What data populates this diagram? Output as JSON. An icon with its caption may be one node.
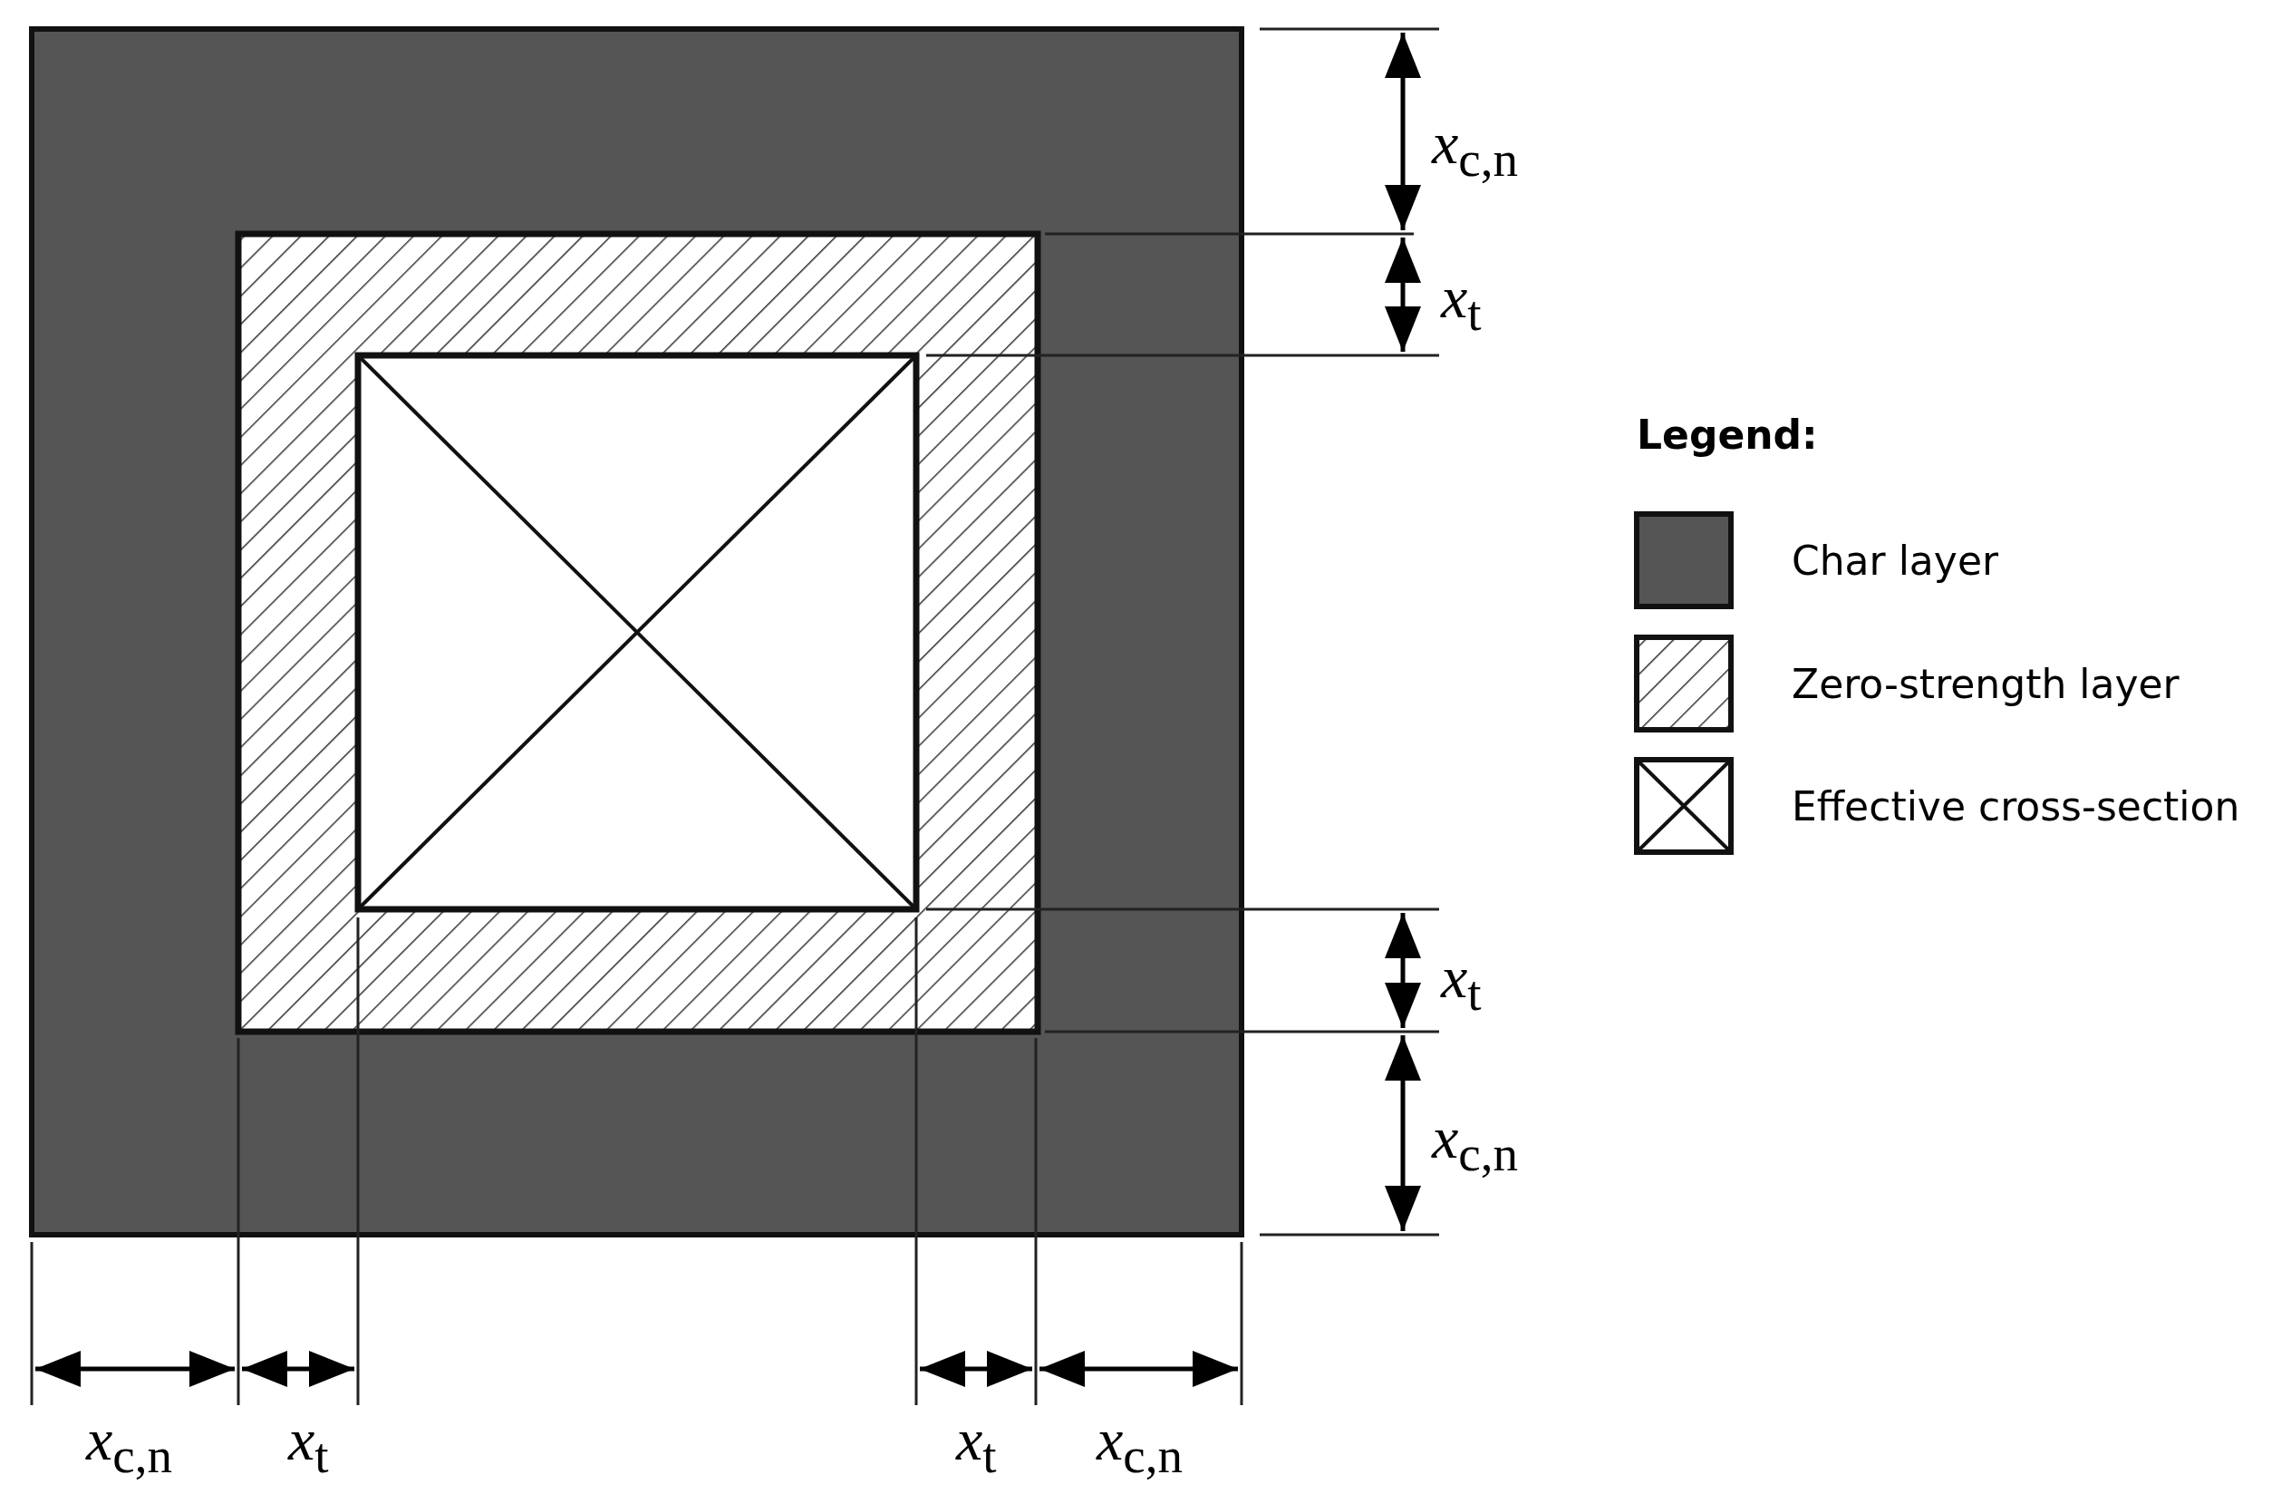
{
  "diagram": {
    "labels": [
      "*x*$_{c,n}$",
      "*x*$_{t}$",
      "Legend:",
      "*x*$_{t}$",
      "*x*$_{c,n}$",
      "*x*$_{c,n}$",
      "*x*$_{t}$",
      "*x*$_{t}$",
      "*x*$_{c,n}$"
    ],
    "legend": [
      {
        "text": "Char layer",
        "color": "#555555"
      },
      {
        "text": "Zero-strength layer"
      },
      {
        "text": "Effective cross-section"
      }
    ]
  }
}
